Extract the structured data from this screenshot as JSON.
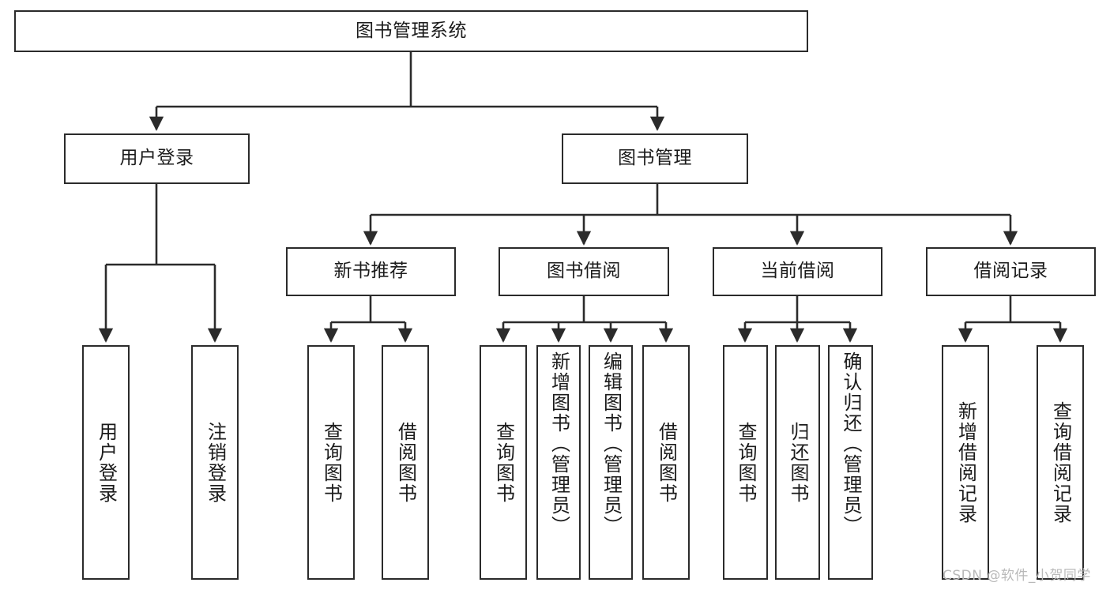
{
  "diagram": {
    "title_text": "图书管理系统",
    "watermark": "CSDN @软件_小贺同学",
    "colors": {
      "box_stroke": "#2b2b2b",
      "box_fill": "#ffffff",
      "connector": "#2b2b2b",
      "text": "#1b1b1b",
      "watermark": "#b9b9b9"
    },
    "root": {
      "label": "图书管理系统"
    },
    "level2": [
      {
        "label": "用户登录"
      },
      {
        "label": "图书管理"
      }
    ],
    "level3": [
      {
        "label": "新书推荐"
      },
      {
        "label": "图书借阅"
      },
      {
        "label": "当前借阅"
      },
      {
        "label": "借阅记录"
      }
    ],
    "leaves": {
      "user_login": [
        {
          "label": "用户登录"
        },
        {
          "label": "注销登录"
        }
      ],
      "new_book_recommend": [
        {
          "label": "查询图书"
        },
        {
          "label": "借阅图书"
        }
      ],
      "book_borrow": [
        {
          "label": "查询图书"
        },
        {
          "label": "新增图书（管理员）"
        },
        {
          "label": "编辑图书（管理员）"
        },
        {
          "label": "借阅图书"
        }
      ],
      "current_borrow": [
        {
          "label": "查询图书"
        },
        {
          "label": "归还图书"
        },
        {
          "label": "确认归还（管理员）"
        }
      ],
      "borrow_record": [
        {
          "label": "新增借阅记录"
        },
        {
          "label": "查询借阅记录"
        }
      ]
    }
  }
}
